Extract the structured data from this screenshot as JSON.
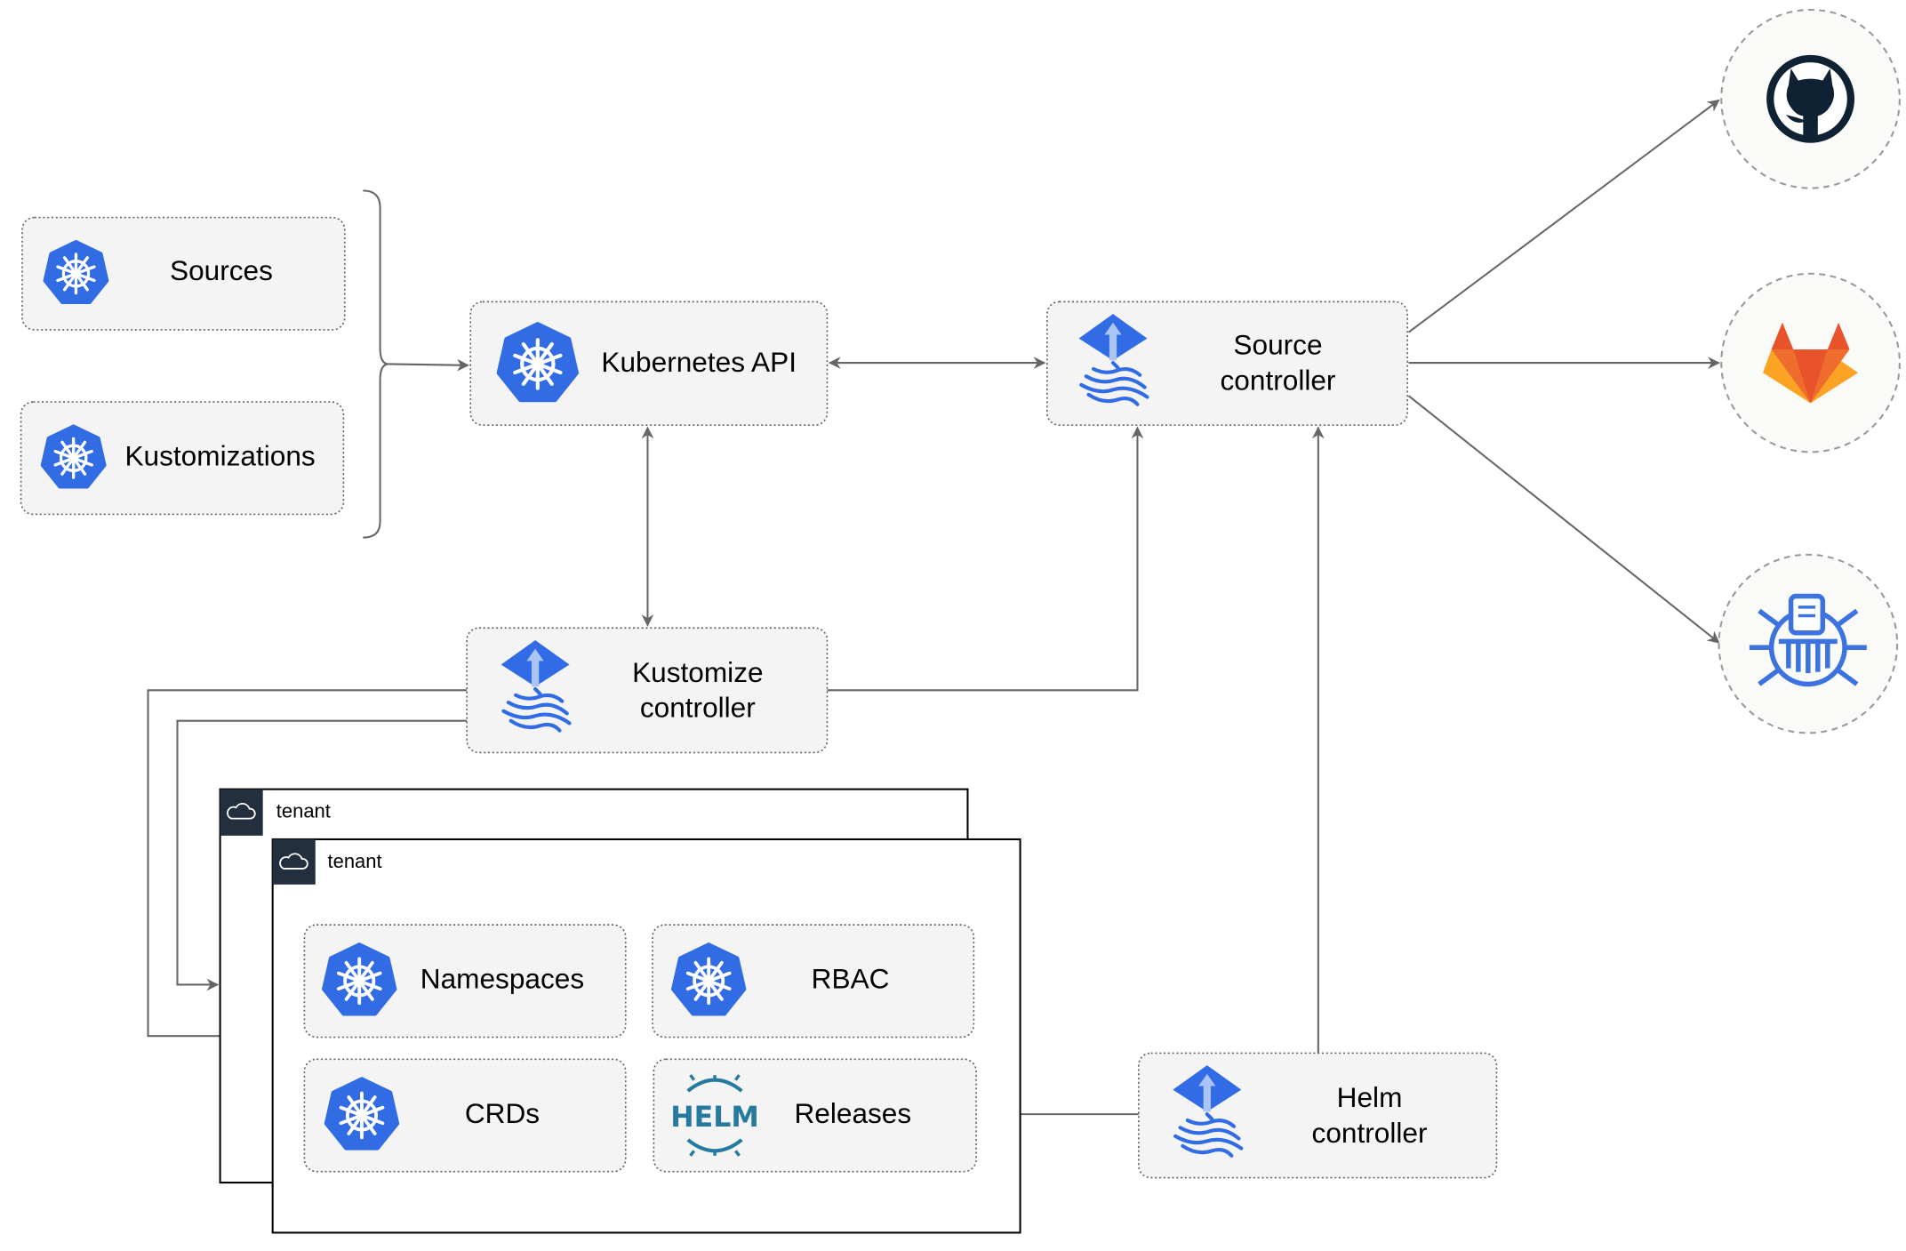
{
  "nodes": {
    "sources": "Sources",
    "kustomizations": "Kustomizations",
    "kubernetes_api": "Kubernetes API",
    "source_controller": [
      "Source",
      "controller"
    ],
    "kustomize_controller": [
      "Kustomize",
      "controller"
    ],
    "helm_controller": [
      "Helm",
      "controller"
    ],
    "namespaces": "Namespaces",
    "rbac": "RBAC",
    "crds": "CRDs",
    "releases": "Releases"
  },
  "tenants": [
    "tenant",
    "tenant"
  ],
  "external_sources": [
    "github-icon",
    "gitlab-icon",
    "bucket-icon"
  ],
  "helm_logo_text": "HELM",
  "colors": {
    "k8s_blue": "#326ce5",
    "flux_blue": "#316ce6",
    "github": "#0f2233",
    "gitlab_red": "#e8532b",
    "gitlab_orange": "#fca326",
    "helm": "#277a9f"
  }
}
